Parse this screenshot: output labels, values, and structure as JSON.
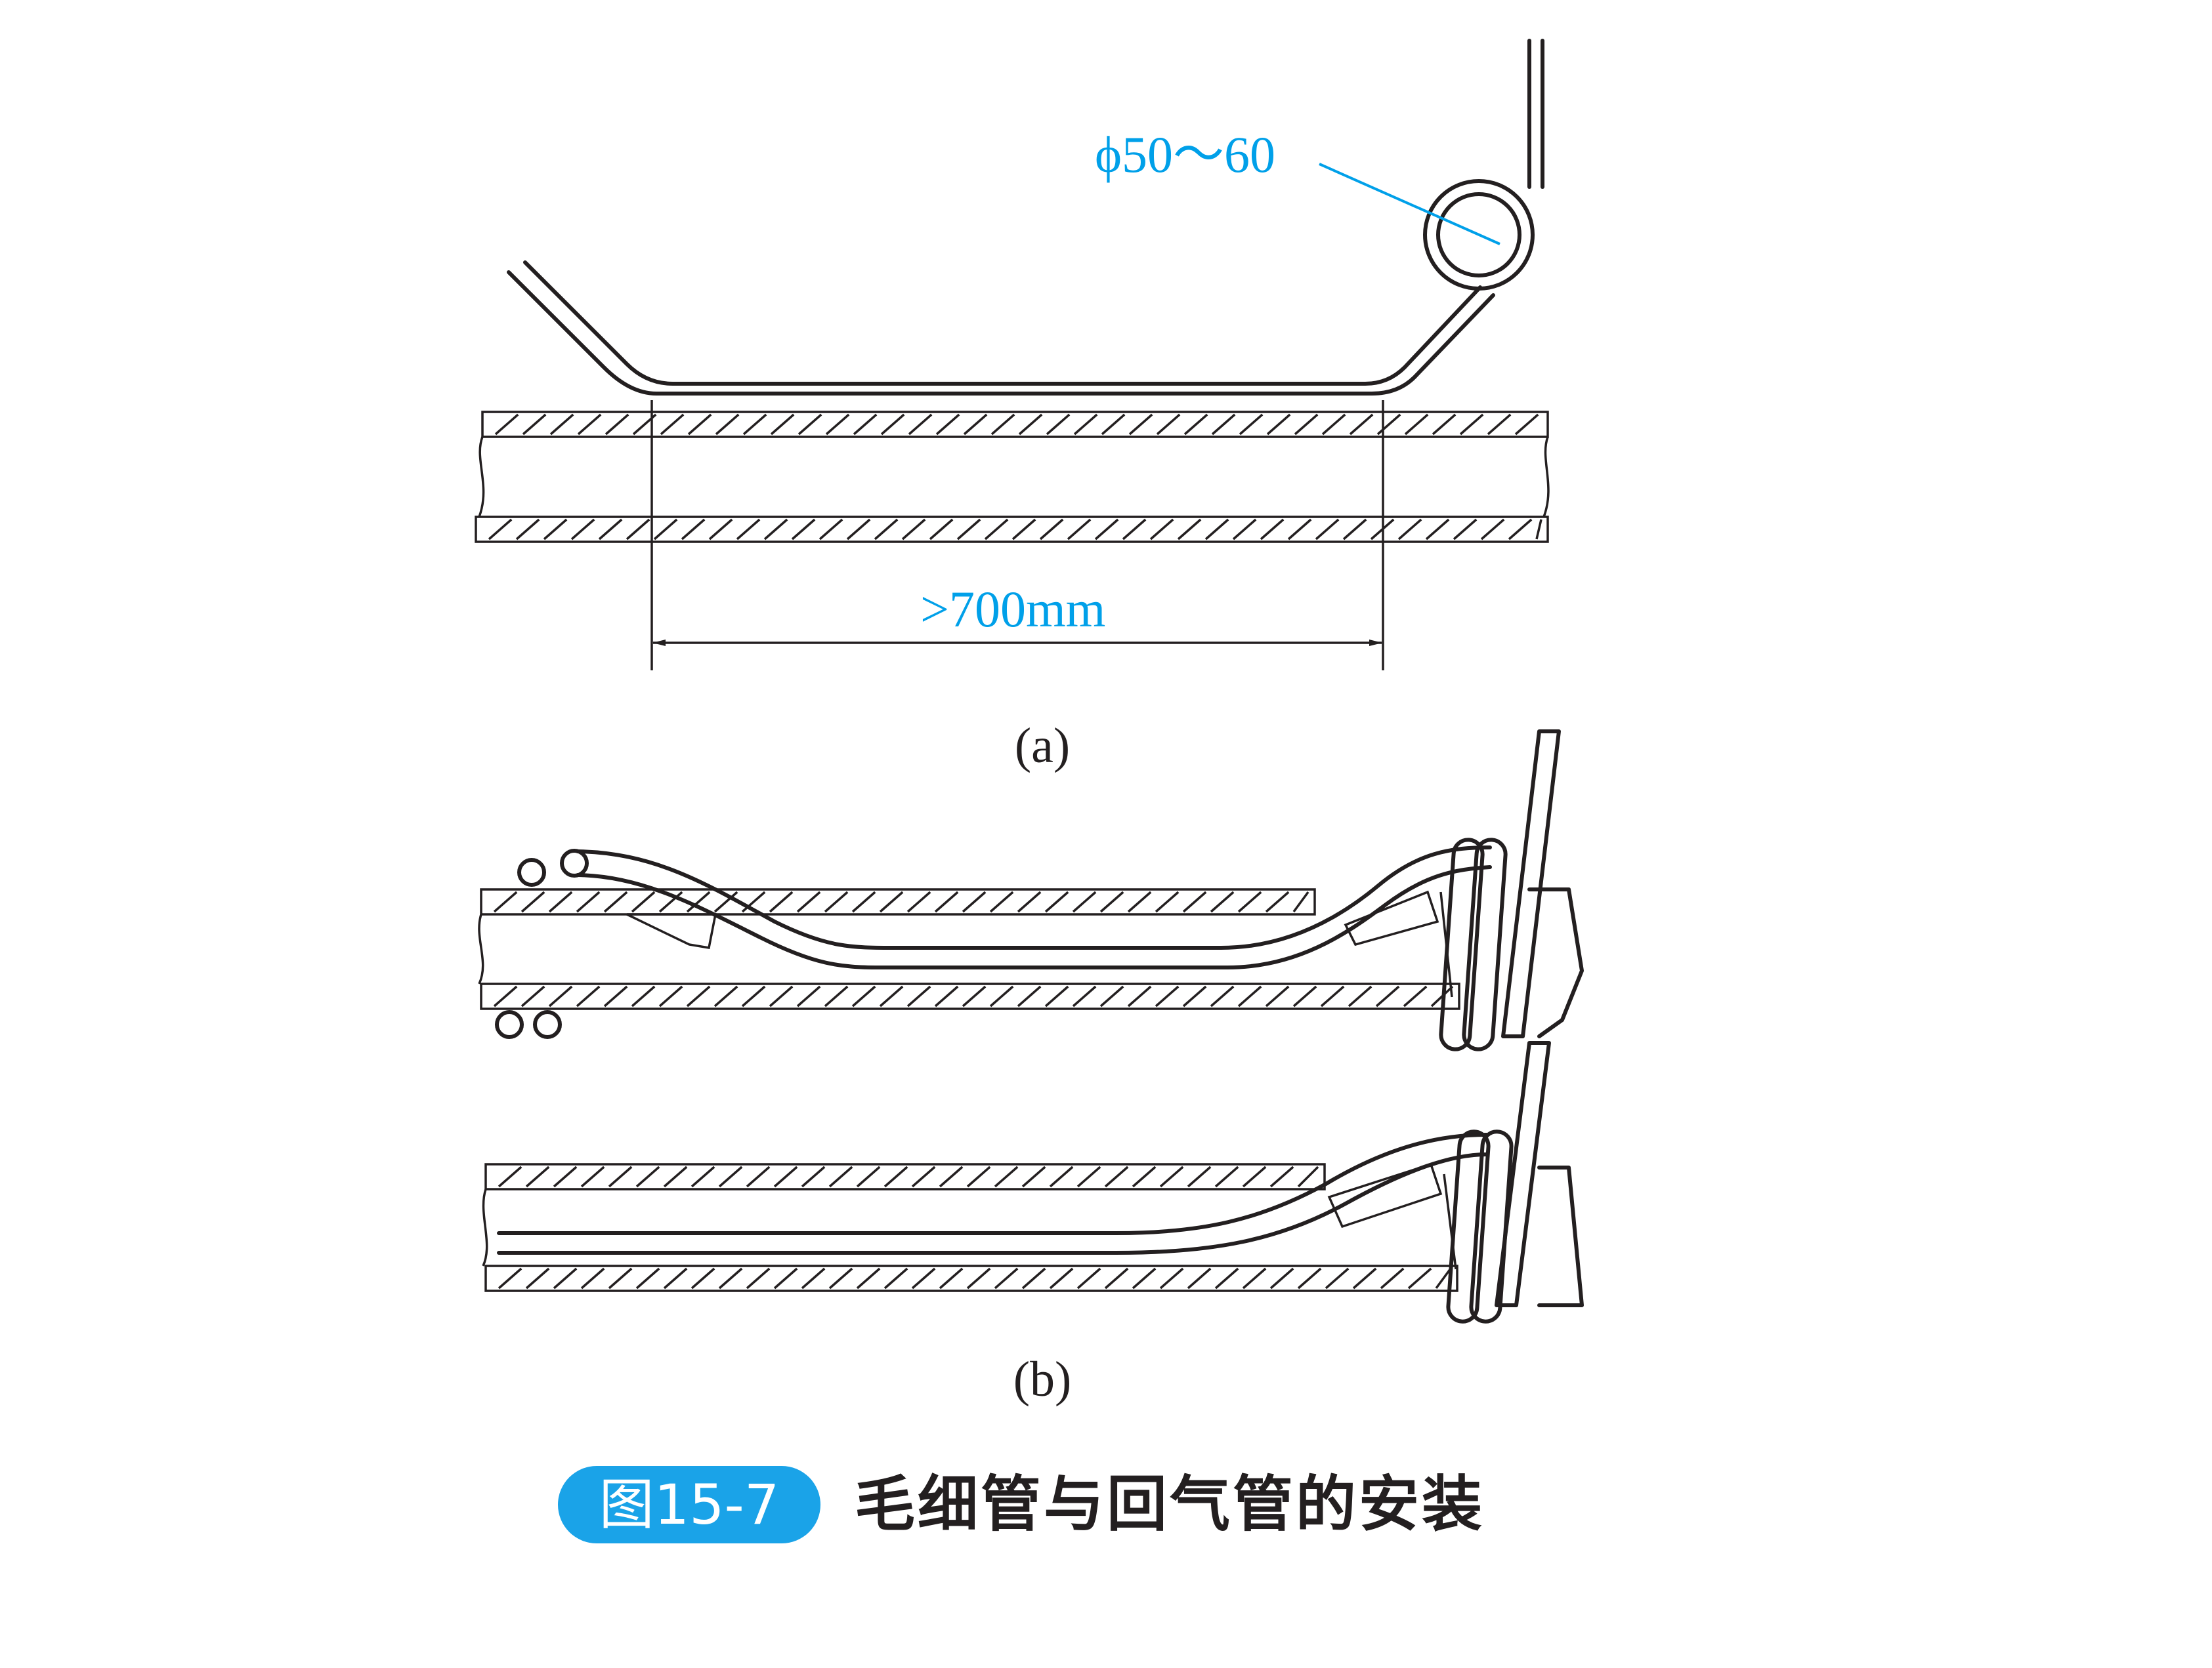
{
  "figure": {
    "part_a": {
      "diameter_label": "ϕ50～60",
      "length_label": ">700mm",
      "sublabel": "(a)"
    },
    "part_b": {
      "sublabel": "(b)"
    },
    "caption": {
      "badge": "图15-7",
      "title": "毛细管与回气管的安装"
    },
    "colors": {
      "line": "#231f20",
      "annotation": "#00a0e9",
      "badge": "#1aa3e8"
    }
  }
}
